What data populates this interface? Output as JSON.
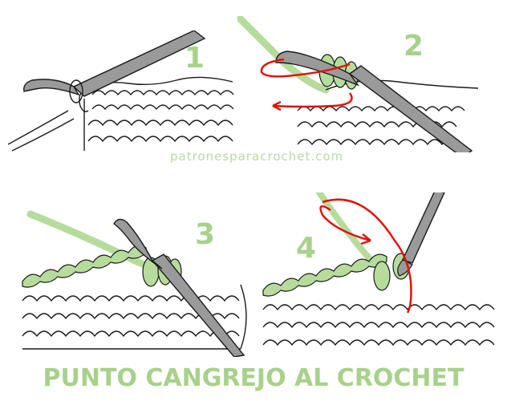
{
  "colors": {
    "accent_green": "#a8d18a",
    "yarn_green": "#b6dc9c",
    "hook_gray": "#9a9a9a",
    "arrow_red": "#e3120b",
    "outline": "#1a1a1a",
    "watermark_green": "#b9d8a2"
  },
  "steps": [
    {
      "number": "1"
    },
    {
      "number": "2"
    },
    {
      "number": "3"
    },
    {
      "number": "4"
    }
  ],
  "watermark": "patronesparacrochet.com",
  "title": "PUNTO CANGREJO AL CROCHET",
  "icons": [
    "crochet-hook-icon",
    "yarn-strand-icon",
    "red-arrow-icon"
  ]
}
